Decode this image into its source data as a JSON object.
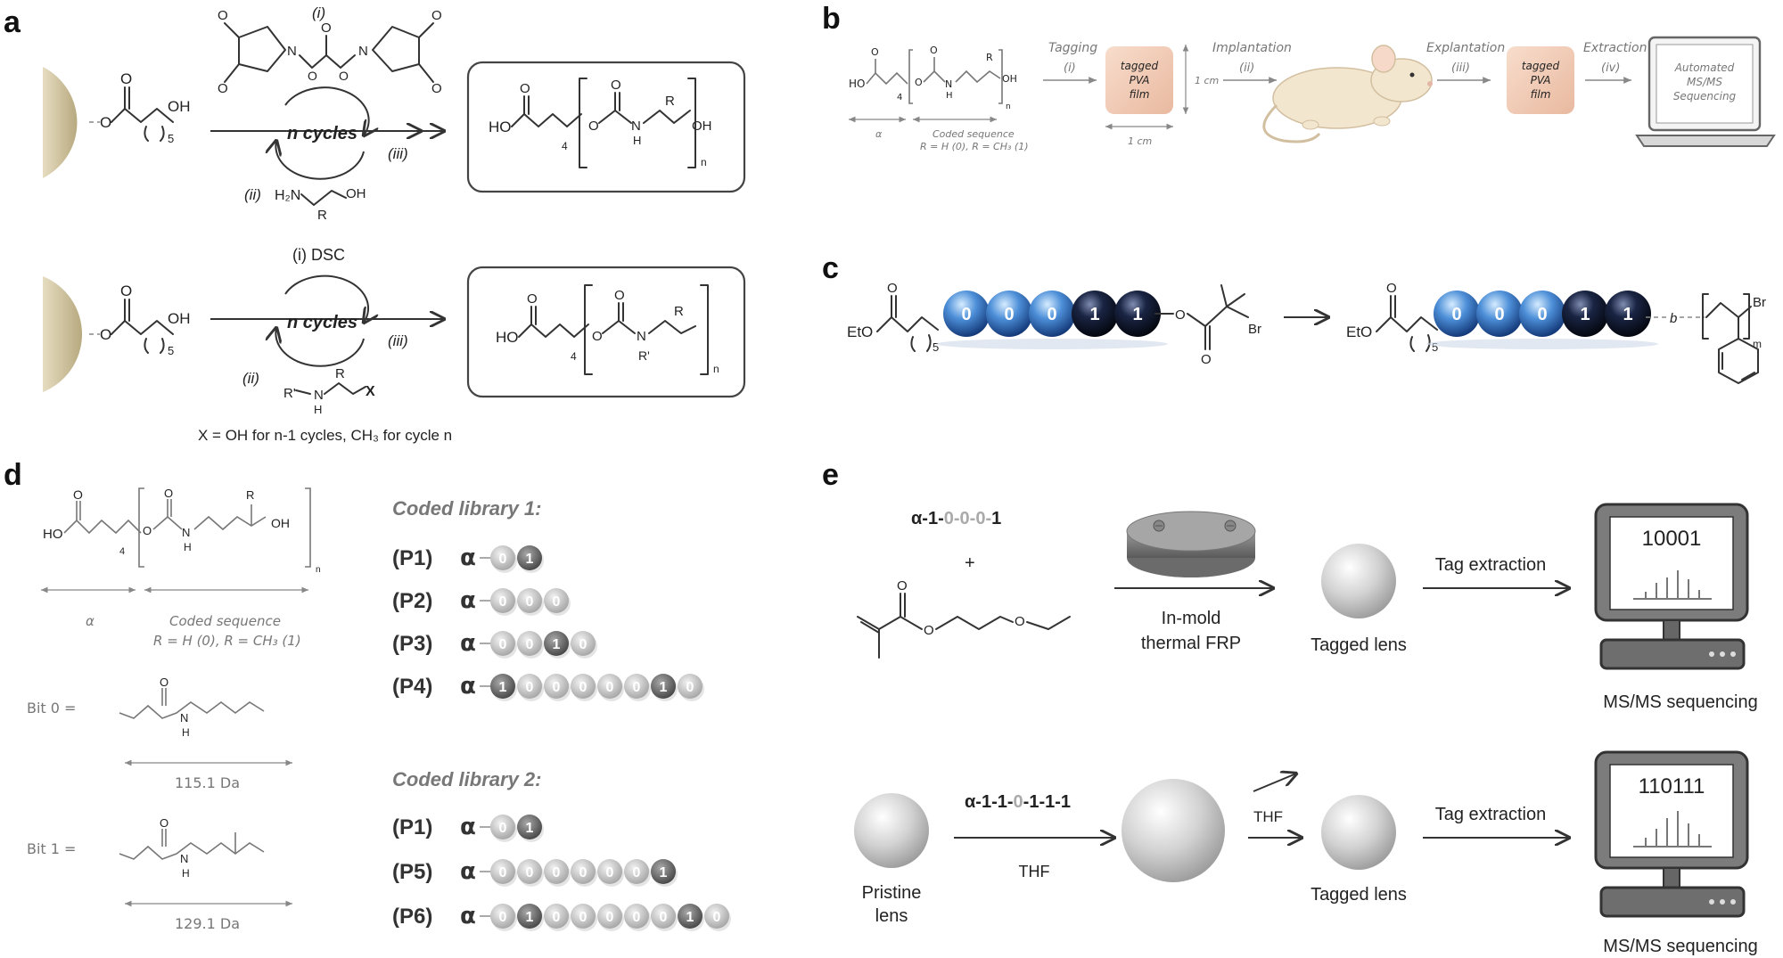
{
  "panels": {
    "a": {
      "label": "a",
      "top": {
        "reagent_i": "(i)",
        "cycles": "n cycles",
        "step_iii": "(iii)",
        "reagent_ii": "(ii)",
        "amine": "H₂N",
        "amine_R": "R",
        "amine_OH": "OH",
        "resin_OH": "OH",
        "sub5": "5",
        "prod_HO": "HO",
        "prod_sub4": "4",
        "prod_O": "O",
        "prod_NH": "N",
        "prod_H": "H",
        "prod_R": "R",
        "prod_OH": "OH",
        "prod_n": "n"
      },
      "bottom": {
        "reagent_i": "(i) DSC",
        "cycles": "n cycles",
        "step_iii": "(iii)",
        "reagent_ii": "(ii)",
        "amine_R1": "R'",
        "amine_N": "N",
        "amine_H": "H",
        "amine_R": "R",
        "amine_X": "X",
        "resin_OH": "OH",
        "sub5": "5",
        "prod_HO": "HO",
        "prod_sub4": "4",
        "prod_N": "N",
        "prod_R": "R",
        "prod_R1": "R'",
        "prod_n": "n",
        "footnote": "X = OH for n-1 cycles, CH₃ for cycle n"
      }
    },
    "b": {
      "label": "b",
      "mol_HO": "HO",
      "mol_OH": "OH",
      "mol_R": "R",
      "mol_N": "N",
      "mol_H": "H",
      "mol_4": "4",
      "mol_n": "n",
      "alpha": "α",
      "coded_sequence": "Coded sequence",
      "coded_rule": "R = H (0), R = CH₃ (1)",
      "steps": [
        {
          "name": "Tagging",
          "roman": "(i)"
        },
        {
          "name": "Implantation",
          "roman": "(ii)"
        },
        {
          "name": "Explantation",
          "roman": "(iii)"
        },
        {
          "name": "Extraction",
          "roman": "(iv)"
        }
      ],
      "film_label": [
        "tagged",
        "PVA",
        "film"
      ],
      "dim_v": "1 cm",
      "dim_h": "1 cm",
      "laptop_text": [
        "Automated",
        "MS/MS",
        "Sequencing"
      ]
    },
    "c": {
      "label": "c",
      "left_EtO": "EtO",
      "left_sub5": "5",
      "left_Br": "Br",
      "left_O": "O",
      "beads_left": [
        "0",
        "0",
        "0",
        "1",
        "1"
      ],
      "right_EtO": "EtO",
      "right_sub5": "5",
      "beads_right": [
        "0",
        "0",
        "0",
        "1",
        "1"
      ],
      "right_b": "b",
      "right_Br": "Br",
      "right_m": "m"
    },
    "d": {
      "label": "d",
      "mol_HO": "HO",
      "mol_OH": "OH",
      "mol_R": "R",
      "mol_N": "N",
      "mol_H": "H",
      "mol_4": "4",
      "mol_n": "n",
      "alpha": "α",
      "coded_sequence": "Coded sequence",
      "coded_rule": "R = H (0), R = CH₃ (1)",
      "bit0": "Bit 0 =",
      "bit1": "Bit 1 =",
      "mass0": "115.1 Da",
      "mass1": "129.1 Da",
      "bit_N": "N",
      "bit_H": "H",
      "library1_title": "Coded library 1:",
      "library2_title": "Coded library 2:",
      "alpha_sym": "α",
      "library1": [
        {
          "id": "(P1)",
          "bits": [
            "0",
            "1"
          ]
        },
        {
          "id": "(P2)",
          "bits": [
            "0",
            "0",
            "0"
          ]
        },
        {
          "id": "(P3)",
          "bits": [
            "0",
            "0",
            "1",
            "0"
          ]
        },
        {
          "id": "(P4)",
          "bits": [
            "1",
            "0",
            "0",
            "0",
            "0",
            "0",
            "1",
            "0"
          ]
        }
      ],
      "library2": [
        {
          "id": "(P1)",
          "bits": [
            "0",
            "1"
          ]
        },
        {
          "id": "(P5)",
          "bits": [
            "0",
            "0",
            "0",
            "0",
            "0",
            "0",
            "1"
          ]
        },
        {
          "id": "(P6)",
          "bits": [
            "0",
            "1",
            "0",
            "0",
            "0",
            "0",
            "0",
            "1",
            "0"
          ]
        }
      ]
    },
    "e": {
      "label": "e",
      "top": {
        "sequence_prefix": "α-1-",
        "sequence_mid": "0-0-0-",
        "sequence_end": "1",
        "plus": "+",
        "process": [
          "In-mold",
          "thermal FRP"
        ],
        "lens": "Tagged lens",
        "extraction": "Tag extraction",
        "screen_code": "10001",
        "sequencing": "MS/MS sequencing"
      },
      "bottom": {
        "pristine": [
          "Pristine",
          "lens"
        ],
        "sequence_prefix": "α-1-1-",
        "sequence_mid": "0",
        "sequence_end": "-1-1-1",
        "solvent": "THF",
        "solvent2": "THF",
        "lens": "Tagged lens",
        "extraction": "Tag extraction",
        "screen_code": "110111",
        "sequencing": "MS/MS sequencing"
      }
    }
  },
  "colors": {
    "blue_carbamate": "#3b7fb5",
    "red_carbamate": "#b5562e",
    "bead_blue": "#4d8fd8",
    "bead_dark": "#0c1530",
    "bit_light": "#c8c8c8",
    "bit_dark": "#6a6a6a",
    "film": "#f2cdb8",
    "resin": "#c9bc98"
  }
}
